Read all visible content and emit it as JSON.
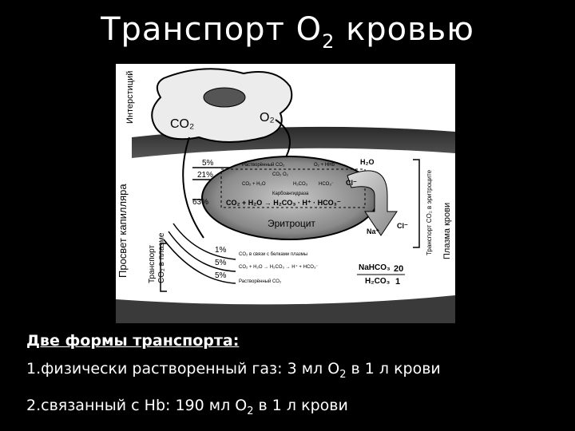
{
  "slide": {
    "title_main": "Транспорт О",
    "title_sub": "2",
    "title_tail": " кровью"
  },
  "diagram": {
    "interstitium_label": "Интерстиций",
    "capillary_label": "Просвет капилляра",
    "plasma_co2_label_1": "Транспорт",
    "plasma_co2_label_2": "CO₂ в плазме",
    "erythro_co2_label": "Транспорт CO₂ в эритроците",
    "plasma_label": "Плазма крови",
    "co2_cell": "CO₂",
    "o2_cell": "O₂",
    "pct_5_top": "5%",
    "pct_21": "21%",
    "pct_63": "63%",
    "pct_1": "1%",
    "pct_5_a": "5%",
    "pct_5_b": "5%",
    "row1": "Растворённый CO₂",
    "row1b": "O₂ + HHb",
    "row2": "CO₂  O₂",
    "row3": "CO₂ + H₂O",
    "row3b": "H₂CO₃",
    "row3c": "HCO₃⁻",
    "carbonic": "Карбоангидраза",
    "main_reaction": "CO₂ + H₂O → H₂CO₃ · H⁺ · HCO₃⁻",
    "h2o": "H₂O",
    "cl_in": "Cl⁻",
    "erythrocyte": "Эритроцит",
    "na": "Na⁺",
    "cl_out": "Cl⁻",
    "plasma_row1": "CO₂ в связи с белками плазмы",
    "plasma_row2": "CO₂ + H₂O → H₂CO₃ → H⁺ + HCO₃⁻",
    "plasma_row3": "Растворённый CO₂",
    "nahco3": "NaHCO₃",
    "ratio_top": "20",
    "h2co3": "H₂CO₃",
    "ratio_bottom": "1"
  },
  "forms": {
    "heading": "Две формы транспорта:",
    "item1_pre": "1.физически растворенный газ: 3 мл О",
    "item1_sub": "2",
    "item1_post": " в 1 л крови",
    "item2_pre": "2.связанный с Hb: 190 мл О",
    "item2_sub": "2",
    "item2_post": " в 1 л крови"
  }
}
